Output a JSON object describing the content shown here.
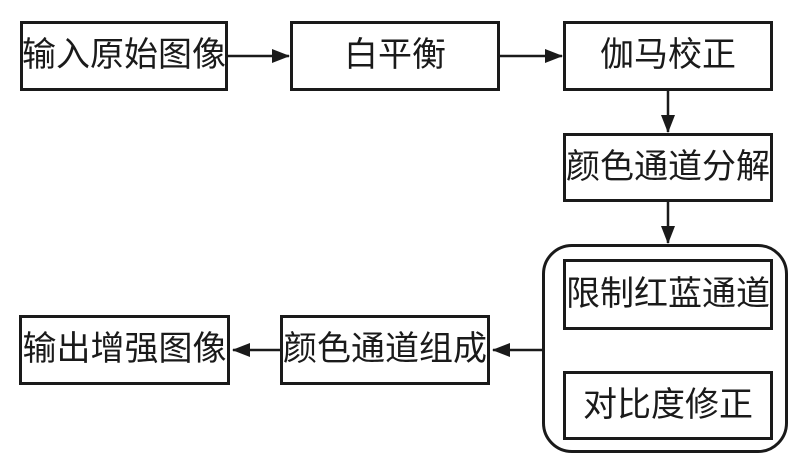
{
  "diagram": {
    "type": "flowchart",
    "nodes": {
      "input": {
        "label": "输入原始图像"
      },
      "white_balance": {
        "label": "白平衡"
      },
      "gamma": {
        "label": "伽马校正"
      },
      "decompose": {
        "label": "颜色通道分解"
      },
      "limit_rb": {
        "label": "限制红蓝通道"
      },
      "contrast": {
        "label": "对比度修正"
      },
      "compose": {
        "label": "颜色通道组成"
      },
      "output": {
        "label": "输出增强图像"
      }
    },
    "groups": [
      {
        "name": "process-group",
        "contains": [
          "limit_rb",
          "contrast"
        ],
        "shape": "rounded-rectangle"
      }
    ],
    "edges": [
      {
        "from": "input",
        "to": "white_balance"
      },
      {
        "from": "white_balance",
        "to": "gamma"
      },
      {
        "from": "gamma",
        "to": "decompose"
      },
      {
        "from": "decompose",
        "to": "process-group"
      },
      {
        "from": "process-group",
        "to": "compose"
      },
      {
        "from": "compose",
        "to": "output"
      }
    ],
    "colors": {
      "line": "#1a1a1a",
      "background": "#ffffff"
    }
  }
}
